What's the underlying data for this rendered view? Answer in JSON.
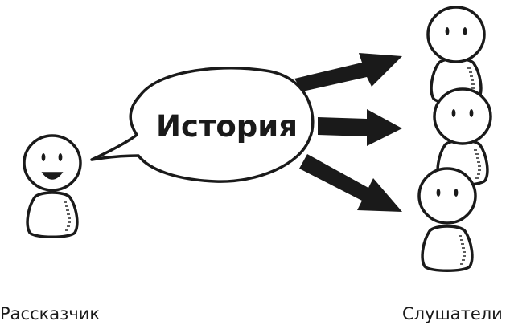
{
  "bubble": {
    "text": "История"
  },
  "narrator": {
    "label": "Рассказчик"
  },
  "listeners": {
    "label": "Слушатели",
    "count": 3
  },
  "arrows": {
    "count": 3
  },
  "colors": {
    "stroke": "#1a1a1a",
    "fill": "#ffffff",
    "background": "#ffffff"
  }
}
